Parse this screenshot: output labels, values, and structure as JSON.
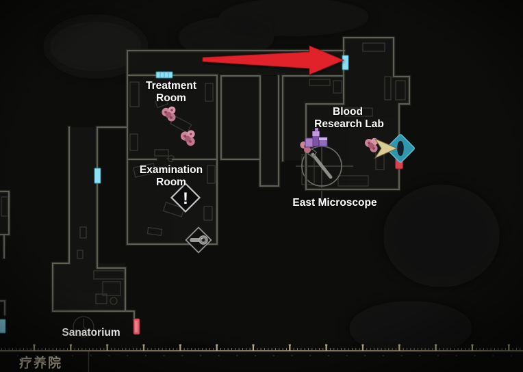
{
  "area_label_cn": "疗养院",
  "rooms": {
    "treatment": {
      "line1": "Treatment",
      "line2": "Room"
    },
    "examination": {
      "line1": "Examination",
      "line2": "Room"
    },
    "blood_lab": {
      "line1": "Blood",
      "line2": "Research Lab"
    },
    "east_microscope": {
      "label": "East Microscope"
    },
    "sanatorium": {
      "label": "Sanatorium"
    }
  },
  "icons": {
    "exclamation_glyph": "!"
  },
  "colors": {
    "door_unlocked": "#8edff2",
    "door_locked": "#e4596a",
    "door_locked_dark": "#d8434b",
    "annotation_arrow": "#e2222a",
    "objective_marker": "#2e96ad",
    "player_arrow": "#dbcc94",
    "herb_item": "#cf8399",
    "crafting_item": "#aa7fca",
    "ruler": "#a89f80",
    "area_label_color": "#d9d0b2",
    "wall": "#5f5f58"
  }
}
